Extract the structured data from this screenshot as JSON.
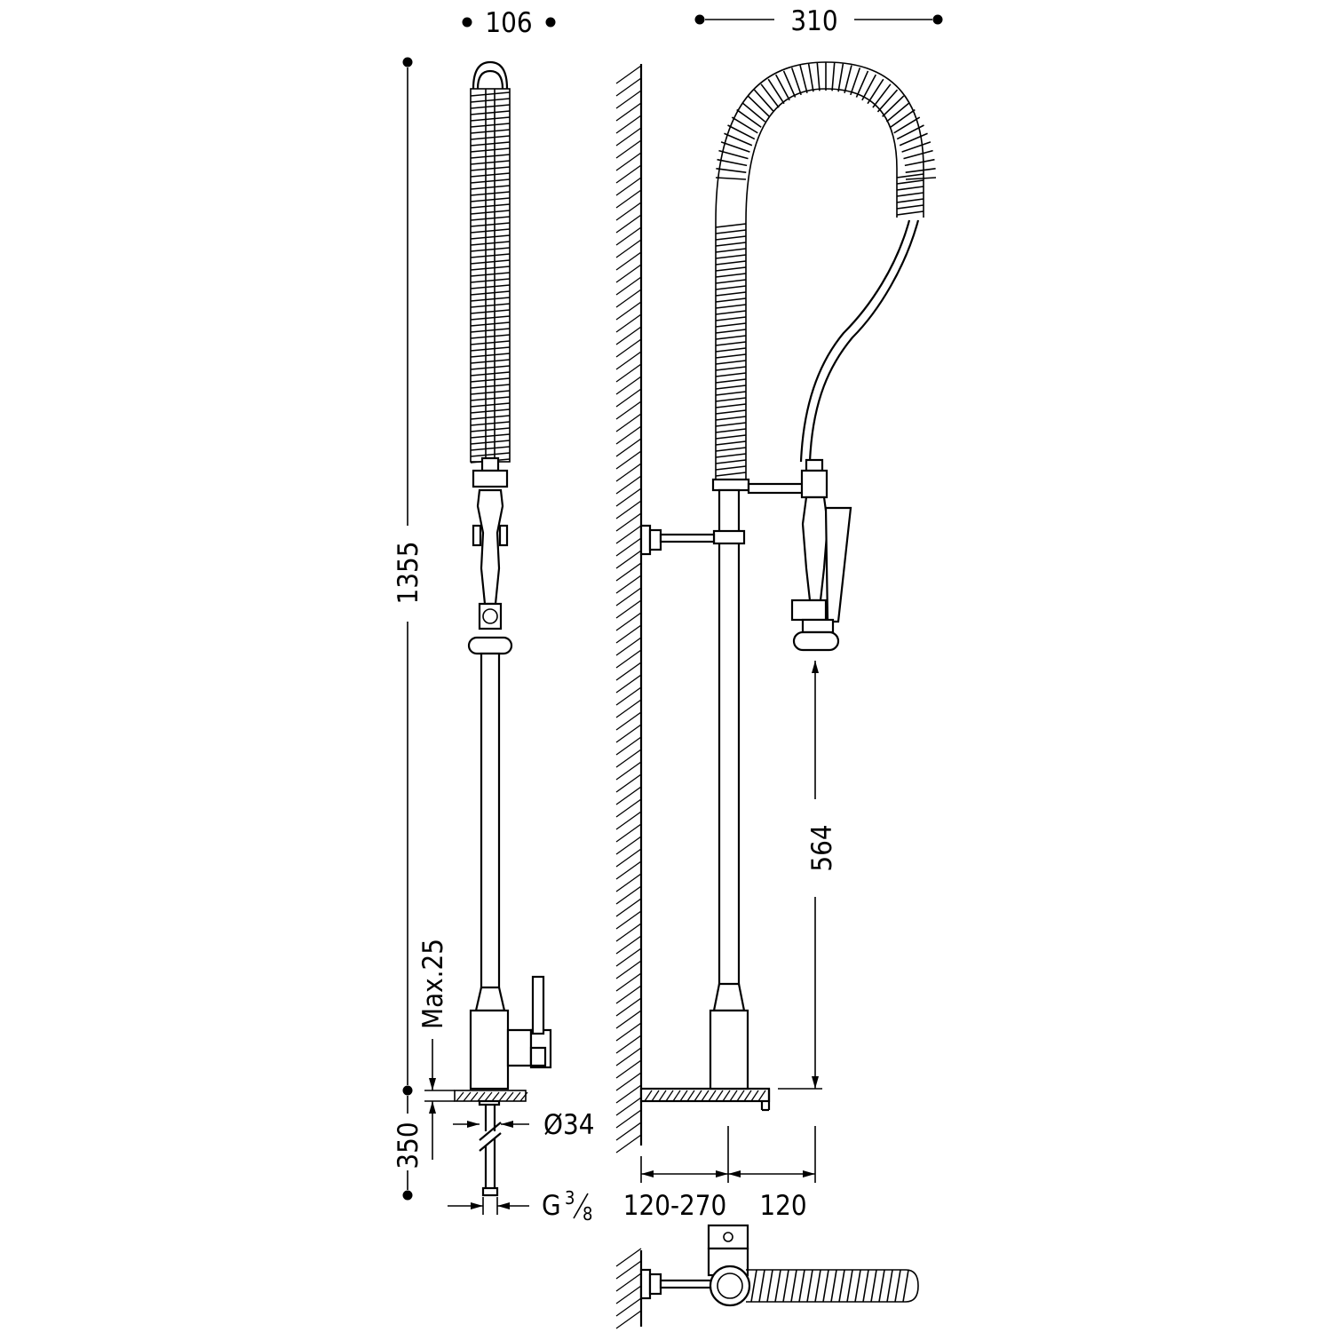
{
  "dimensions": {
    "width_front": "106",
    "reach_side": "310",
    "total_height": "1355",
    "max_deck": "Max.25",
    "below_deck": "350",
    "hole_diameter": "Ø34",
    "connection_prefix": "G",
    "connection_num": "3",
    "connection_den": "8",
    "spray_height": "564",
    "wall_distance": "120-270",
    "tap_offset": "120"
  },
  "colors": {
    "line": "#000000",
    "background": "#ffffff"
  },
  "icons": [
    "pre-rinse-faucet-front-view",
    "pre-rinse-faucet-side-view",
    "pre-rinse-faucet-top-view",
    "wall-hatching"
  ]
}
